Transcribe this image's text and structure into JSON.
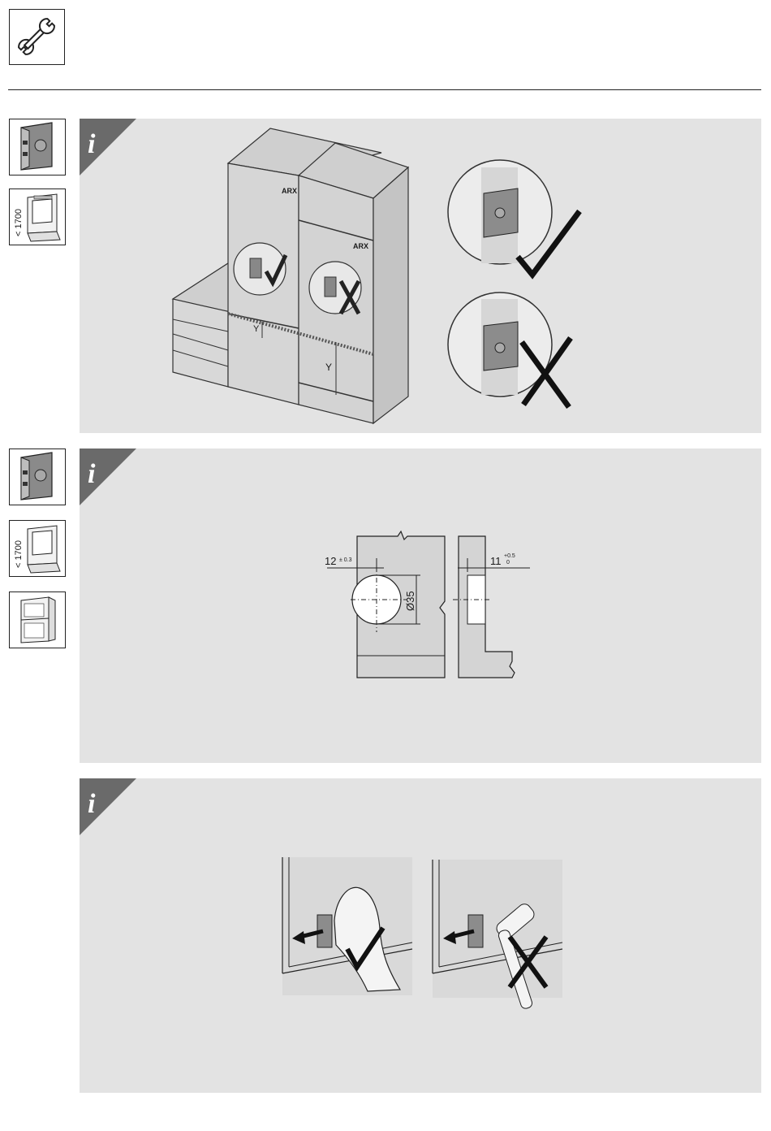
{
  "header": {
    "tool_icon": "wrench-icon"
  },
  "sidebar": {
    "section1": {
      "height_label": "< 1700"
    },
    "section2": {
      "height_label": "< 1700"
    }
  },
  "panel1": {
    "info_icon": "info-icon",
    "dimension_label_left": "Y",
    "dimension_label_right": "Y",
    "badge_text": "ARX"
  },
  "panel2": {
    "info_icon": "info-icon",
    "dim_edge": "12",
    "dim_edge_tol": "± 0.3",
    "dim_diameter": "Ø35",
    "dim_depth": "11",
    "dim_depth_tol_upper": "+0.5",
    "dim_depth_tol_lower": "0"
  },
  "panel3": {
    "info_icon": "info-icon"
  }
}
